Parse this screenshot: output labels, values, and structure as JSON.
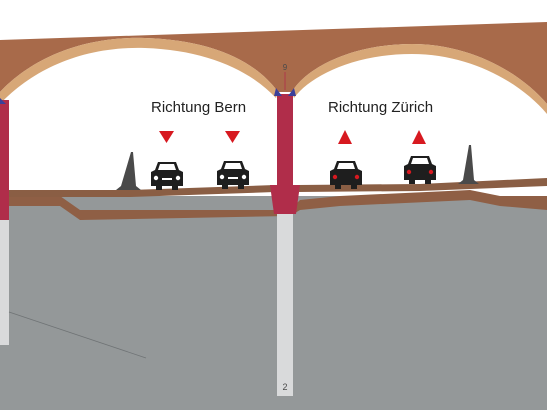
{
  "labels": {
    "direction_left": "Richtung Bern",
    "direction_right": "Richtung Zürich",
    "dimension_top": "9",
    "dimension_bottom": "2"
  },
  "colors": {
    "arch_outer": "#a86a4a",
    "arch_inner": "#d7a777",
    "pillar": "#b02d4a",
    "pillar_highlight": "#d46a7f",
    "ground": "#949899",
    "ground_top": "#8f5f45",
    "shaft": "#d9dadb",
    "arrow": "#d71920",
    "car_body": "#1e1e1e",
    "bearing": "#3b3f9a",
    "cone": "#4a4a4a"
  },
  "icons": {
    "car": "car-front-icon",
    "arrow_down": "arrow-down-icon",
    "arrow_up": "arrow-up-icon",
    "cone": "traffic-cone-icon"
  }
}
